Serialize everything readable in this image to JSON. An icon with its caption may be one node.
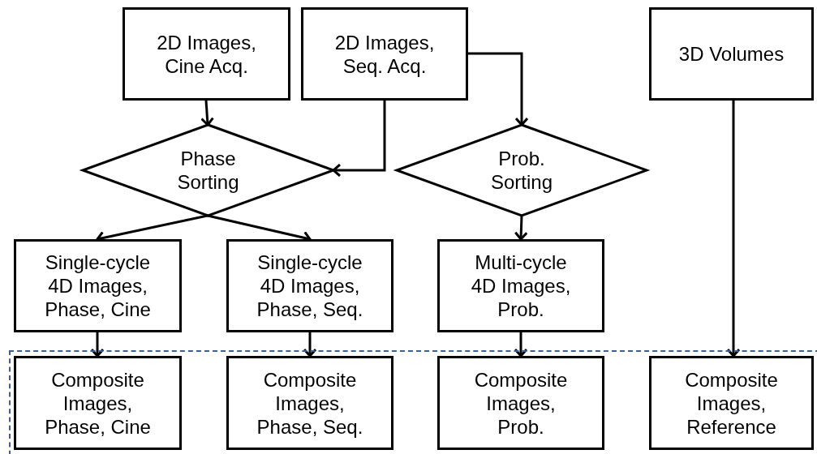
{
  "diagram": {
    "nodes": [
      {
        "text": [
          "2D Images, Cine Acq."
        ]
      },
      {
        "text": [
          "2D Images, Seq. Acq."
        ]
      },
      {
        "text": [
          "3D Volumes"
        ]
      },
      {
        "text": [
          "Phase Sorting"
        ]
      },
      {
        "text": [
          "Prob. Sorting"
        ]
      },
      {
        "text": [
          "Single-cycle 4D Images, Phase, Cine"
        ]
      },
      {
        "text": [
          "Single-cycle 4D Images, Phase, Seq."
        ]
      },
      {
        "text": [
          "Multi-cycle 4D Images, Prob."
        ]
      },
      {
        "text": [],
        "shape": "box"
      },
      {
        "text": [
          "Composite Images, Phase, Cine"
        ],
        "in": 8
      },
      {
        "text": [
          "Composite Images, Phase, Seq."
        ],
        "in": 8
      },
      {
        "text": [
          "Composite Images, Prob."
        ],
        "in": 8
      },
      {
        "text": [
          "Composite Images, Reference"
        ],
        "in": 8
      }
    ],
    "edges": [
      {
        "from": 0,
        "to": 3,
        "arrow": "to"
      },
      {
        "from": 1,
        "to": 3,
        "arrow": "to"
      },
      {
        "from": 1,
        "to": 4,
        "arrow": "to"
      },
      {
        "from": 2,
        "to": 12,
        "arrow": "to"
      },
      {
        "from": 3,
        "to": 5,
        "arrow": "to"
      },
      {
        "from": 3,
        "to": 6,
        "arrow": "to"
      },
      {
        "from": 4,
        "to": 7,
        "arrow": "to"
      },
      {
        "from": 5,
        "to": 9,
        "arrow": "to"
      },
      {
        "from": 6,
        "to": 10,
        "arrow": "to"
      },
      {
        "from": 7,
        "to": 11,
        "arrow": "to"
      }
    ]
  }
}
